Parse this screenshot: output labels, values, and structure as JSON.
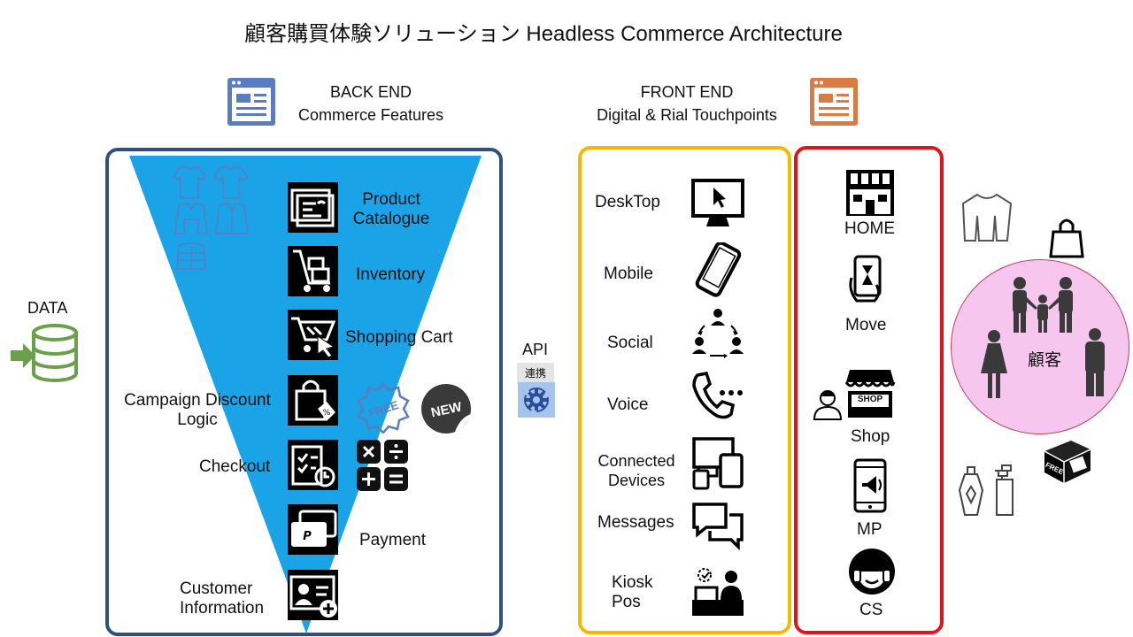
{
  "title": "顧客購買体験ソリューション  Headless Commerce Architecture",
  "backend": {
    "line1": "BACK END",
    "line2": "Commerce Features"
  },
  "frontend": {
    "line1": "FRONT END",
    "line2": "Digital & Rial Touchpoints"
  },
  "data_label": "DATA",
  "api": {
    "label": "API",
    "badge": "連携"
  },
  "features": {
    "product": [
      "Product",
      "Catalogue"
    ],
    "inventory": "Inventory",
    "cart": "Shopping Cart",
    "campaign": [
      "Campaign  Discount",
      "Logic"
    ],
    "checkout": "Checkout",
    "payment": "Payment",
    "customer": [
      "Customer",
      "Information"
    ],
    "free_badge": "FREE",
    "new_badge": "NEW"
  },
  "digital_touchpoints": {
    "desktop": "DeskTop",
    "mobile": "Mobile",
    "social": "Social",
    "voice": "Voice",
    "connected": [
      "Connected",
      "Devices"
    ],
    "messages": "Messages",
    "kiosk": [
      "Kiosk",
      "Pos"
    ]
  },
  "real_touchpoints": {
    "home": "HOME",
    "move": "Move",
    "shop": "Shop",
    "shop_sign": "SHOP",
    "mp": "MP",
    "cs": "CS"
  },
  "customer": {
    "label": "顧客",
    "box_label": "FREE"
  },
  "colors": {
    "backend_border": "#2f4f82",
    "funnel": "#1aa3e6",
    "front_yellow": "#f5b800",
    "front_red": "#e0141c",
    "customer_circle": "#f7c6ee",
    "customer_border": "#c04060",
    "icon_blue": "#5b7dc0",
    "icon_orange": "#d97b45",
    "data_green": "#6aa04a"
  }
}
